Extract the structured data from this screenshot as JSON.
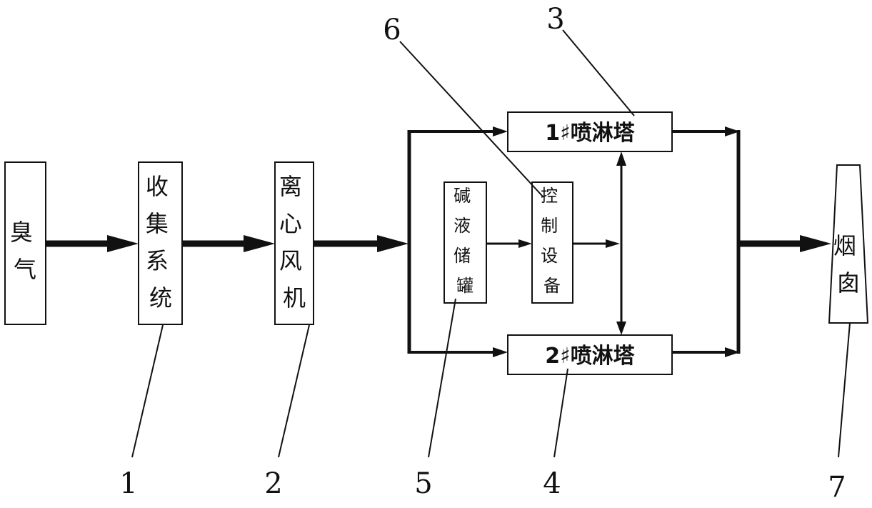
{
  "nodes": {
    "odor": "臭气",
    "collection": "收集系统",
    "fan": "离心风机",
    "tank": "碱液储罐",
    "control": "控制设备",
    "tower1": "1♯喷淋塔",
    "tower2": "2♯喷淋塔",
    "chimney": "烟囱"
  },
  "labels": {
    "n1": "1",
    "n2": "2",
    "n3": "3",
    "n4": "4",
    "n5": "5",
    "n6": "6",
    "n7": "7"
  }
}
